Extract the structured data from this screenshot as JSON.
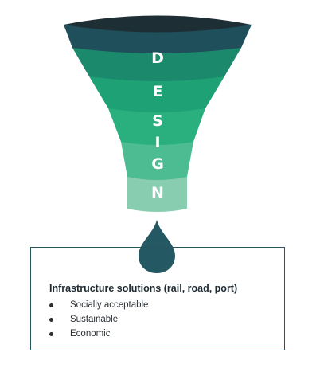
{
  "funnel": {
    "letters": [
      "D",
      "E",
      "S",
      "I",
      "G",
      "N"
    ],
    "colors": {
      "rim": "#1e2e35",
      "band1": "#1f4f5a",
      "band2": "#1b8a6c",
      "band3": "#1fa176",
      "band4": "#2aaf7f",
      "band5": "#4dbc92",
      "band6": "#88cdb0",
      "drop": "#245862"
    }
  },
  "info": {
    "title": "Infrastructure solutions (rail, road, port)",
    "items": [
      "Socially acceptable",
      "Sustainable",
      "Economic"
    ],
    "border_color": "#26545c"
  }
}
